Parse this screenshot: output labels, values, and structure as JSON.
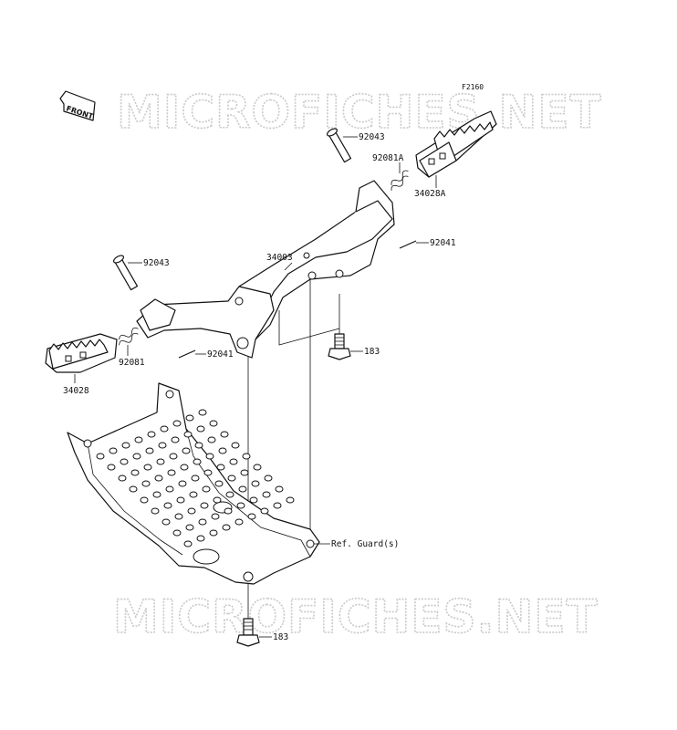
{
  "diagram": {
    "code": "F2160",
    "front_label": "FRONT",
    "watermark_text": "MICROFICHES.NET",
    "callouts": {
      "pin_right": "92043",
      "spring_right": "92081A",
      "footpeg_right": "34028A",
      "cotter_right": "92041",
      "bracket": "34003",
      "pin_left": "92043",
      "spring_left": "92081",
      "cotter_left": "92041",
      "footpeg_left": "34028",
      "bolt_upper": "183",
      "ref_guard": "Ref. Guard(s)",
      "bolt_lower": "183"
    }
  }
}
